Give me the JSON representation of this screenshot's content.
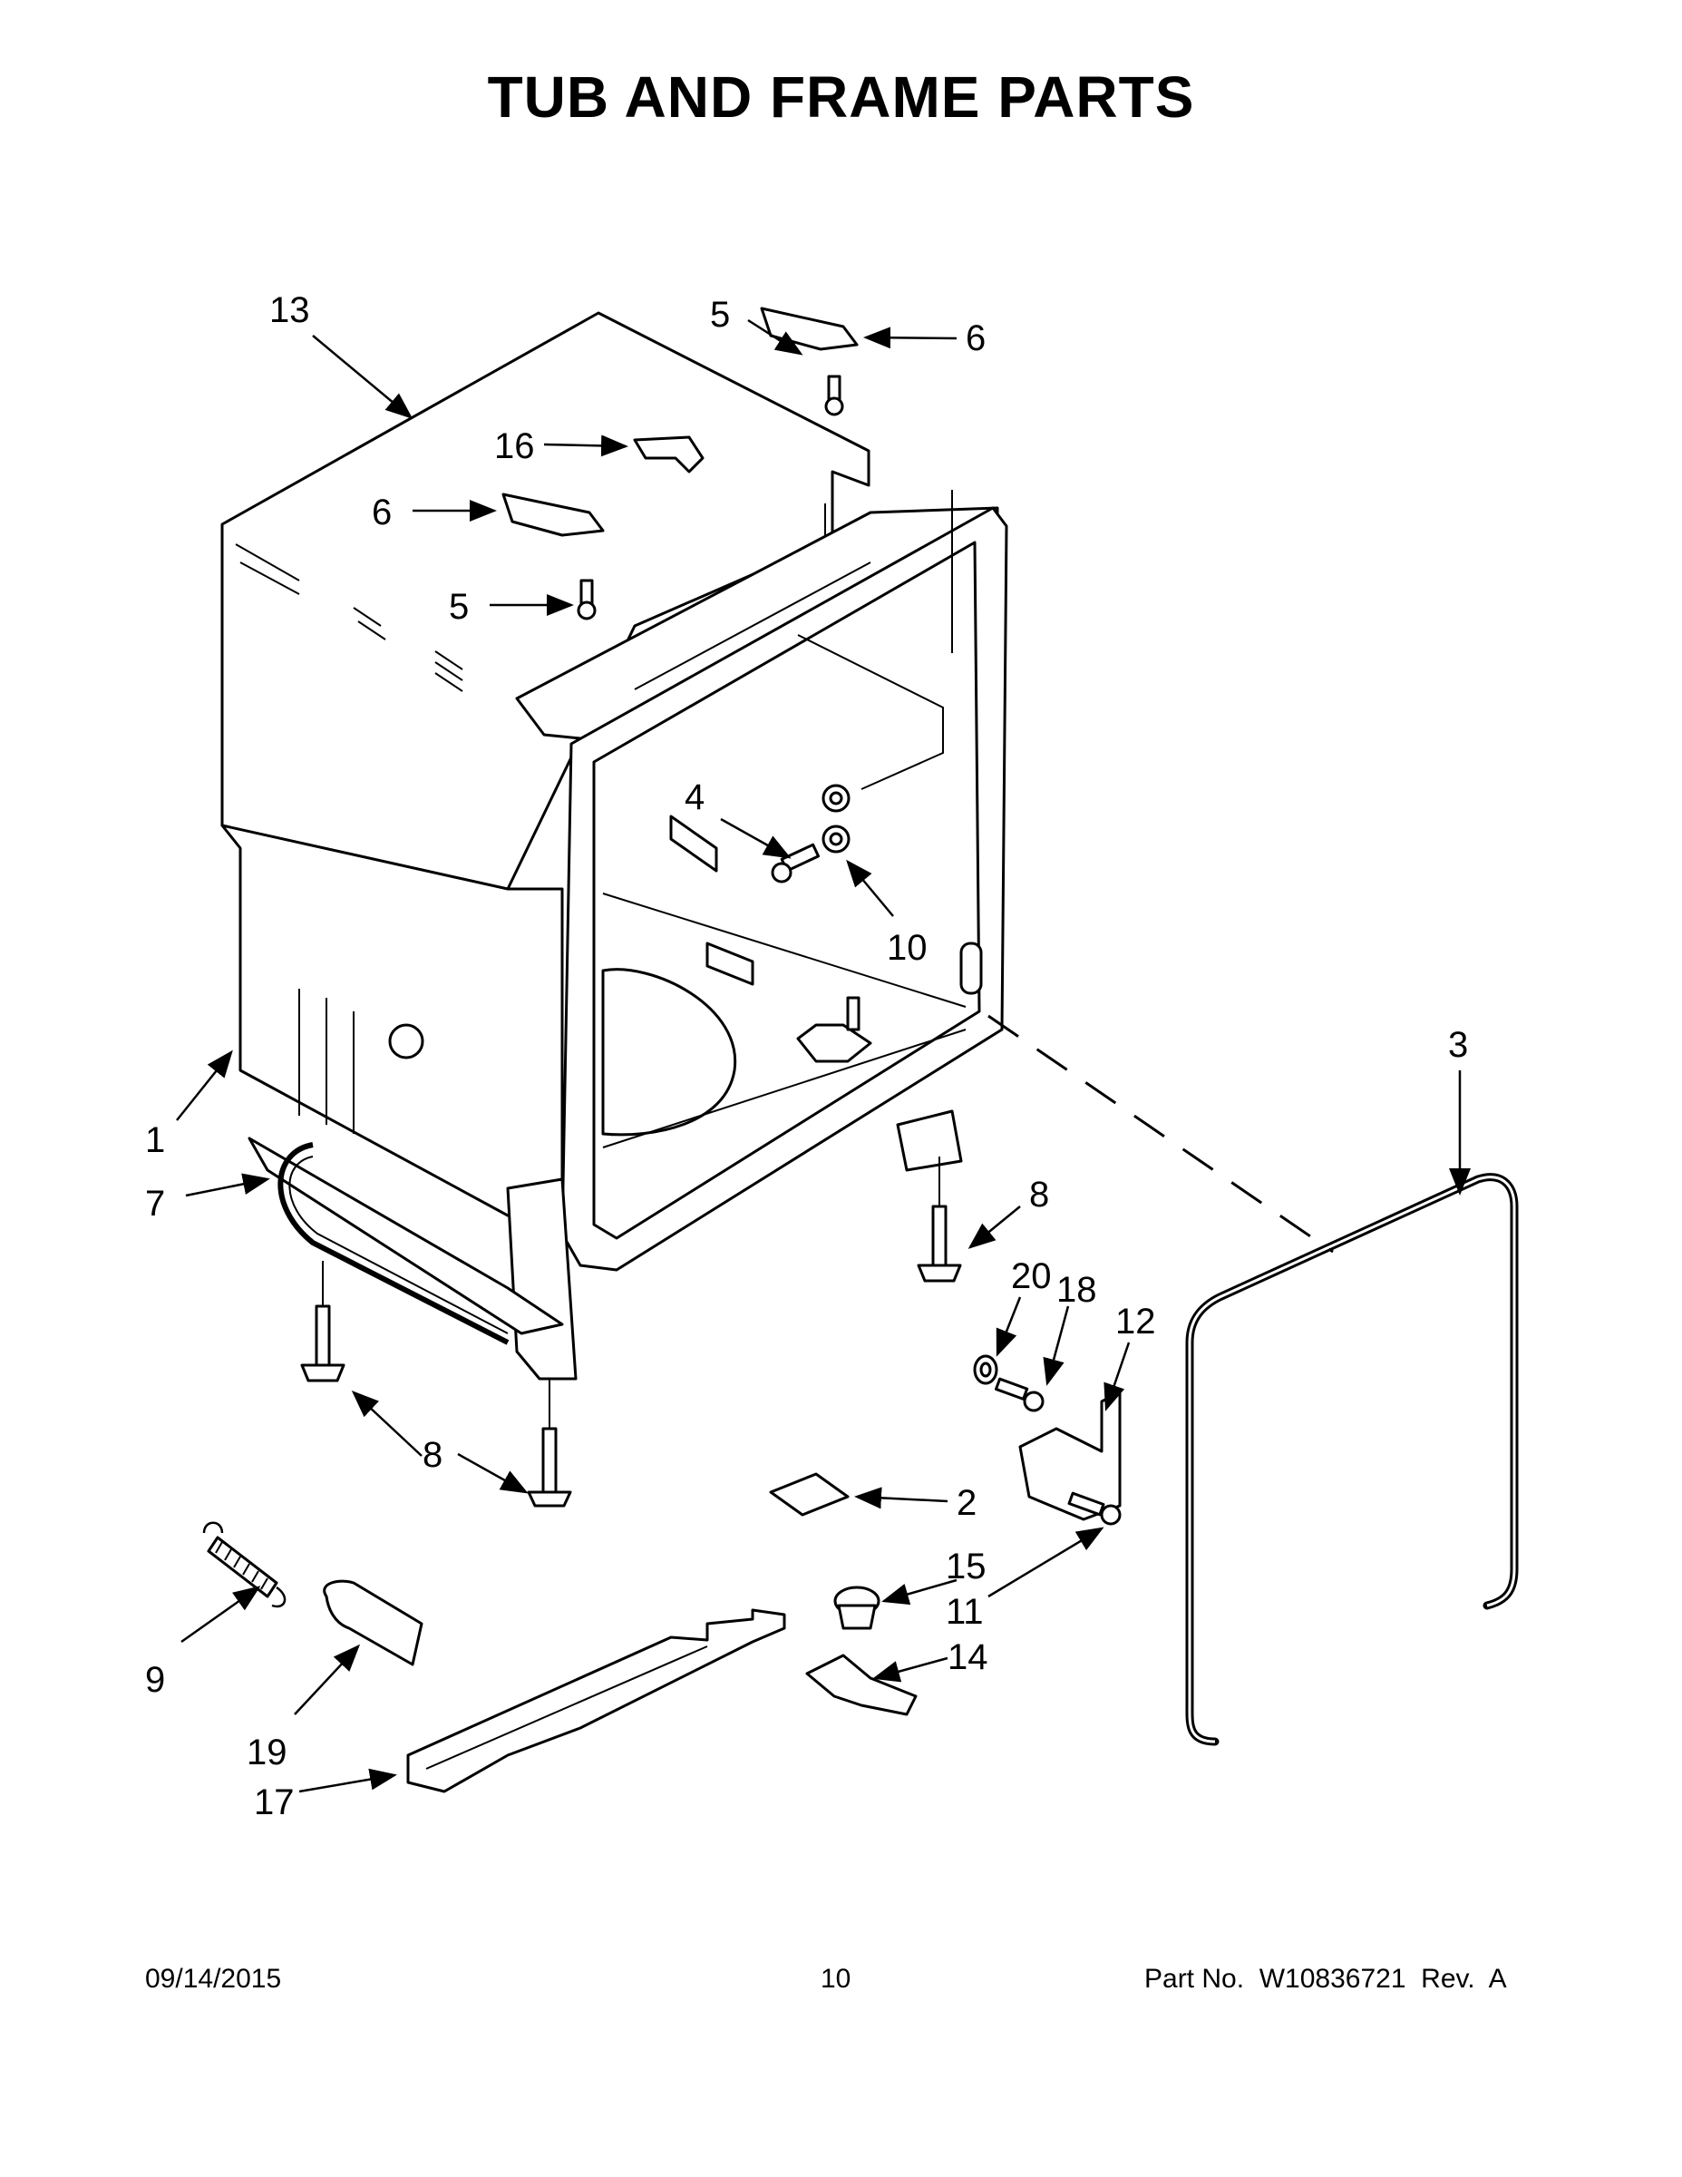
{
  "title": "TUB AND FRAME PARTS",
  "callouts": {
    "c1": "1",
    "c2": "2",
    "c3": "3",
    "c4": "4",
    "c5a": "5",
    "c5b": "5",
    "c6a": "6",
    "c6b": "6",
    "c7": "7",
    "c8a": "8",
    "c8b": "8",
    "c9": "9",
    "c10": "10",
    "c11": "11",
    "c12": "12",
    "c13": "13",
    "c14": "14",
    "c15": "15",
    "c16": "16",
    "c17": "17",
    "c18": "18",
    "c19": "19",
    "c20": "20"
  },
  "footer": {
    "date": "09/14/2015",
    "page": "10",
    "part_no": "Part No.  W10836721  Rev.  A"
  }
}
